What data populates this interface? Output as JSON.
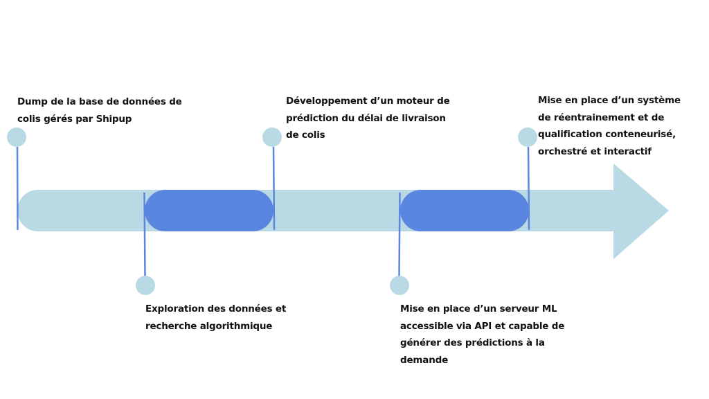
{
  "diagram": {
    "type": "timeline",
    "colors": {
      "arrow": "#b9dae5",
      "phase_block": "#5b86e0",
      "pin_line": "#5b86e0",
      "pin_dot": "#b9dae5",
      "text": "#111111"
    },
    "milestones": [
      {
        "id": 1,
        "position": "above",
        "text": "Dump de la base de données de\ncolis gérés par Shipup"
      },
      {
        "id": 2,
        "position": "below",
        "text": "Exploration des données et\nrecherche algorithmique"
      },
      {
        "id": 3,
        "position": "above",
        "text": "Développement d’un moteur de\nprédiction du délai de livraison\nde colis"
      },
      {
        "id": 4,
        "position": "below",
        "text": "Mise en place d’un serveur ML\naccessible via API et capable de\ngénérer des prédictions à la\ndemande"
      },
      {
        "id": 5,
        "position": "above",
        "text": "Mise en place d’un système\nde réentrainement et de\nqualification conteneurisé,\norchestré et interactif"
      }
    ],
    "phase_blocks": [
      {
        "from_milestone": 2,
        "to_milestone": 3
      },
      {
        "from_milestone": 4,
        "to_milestone": 5
      }
    ]
  }
}
